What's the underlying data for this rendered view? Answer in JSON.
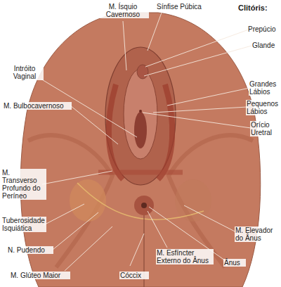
{
  "diagram": {
    "labels": [
      "Sínfise Púbica",
      "M. Ísquio Cavernoso",
      "Clitóris:",
      "Prepúcio",
      "Glande",
      "Grandes Lábios",
      "Pequenos Lábios",
      "Orício Uretral",
      "Intróito Vaginal",
      "M. Bulbocavernoso",
      "M. Transverso Profundo do Períneo",
      "Tuberosidade Isquiática",
      "N. Pudendo",
      "M. Glúteo Maior",
      "Cóccix",
      "M. Esfíncter Externo do Ânus",
      "Ânus",
      "M. Elevador do Ânus"
    ]
  }
}
